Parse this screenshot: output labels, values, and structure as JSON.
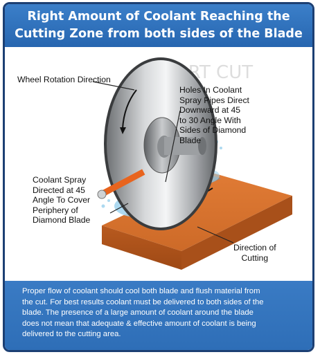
{
  "title": {
    "line1": "Right Amount of Coolant Reaching the",
    "line2": "Cutting Zone from both sides of the Blade"
  },
  "watermark": "SMART CUT",
  "labels": {
    "wheel_rotation": "Wheel Rotation Direction",
    "holes": [
      "Holes In Coolant",
      "Spray Pipes Direct",
      "Downward at 45",
      "to 30  Angle With",
      "Sides of Diamond",
      "Blade"
    ],
    "coolant_spray": [
      "Coolant Spray",
      "Directed at 45",
      "Angle To Cover",
      "Periphery of",
      "Diamond Blade"
    ],
    "direction_cutting": [
      "Direction of",
      "Cutting"
    ]
  },
  "footer_lines": [
    "Proper flow of coolant should cool both blade and flush material from",
    "the cut.  For best results coolant must be delivered to both sides of the",
    "blade. The presence of a large amount of coolant around the blade",
    "does not mean that adequate & effective amount of coolant is being",
    "delivered to the cutting area."
  ],
  "colors": {
    "header_bg": "#2f6fb9",
    "frame_border": "#1c3f73",
    "footer_bg": "#3574bd",
    "workpiece": "#c8692a",
    "coolant_pipe": "#e8641e"
  }
}
